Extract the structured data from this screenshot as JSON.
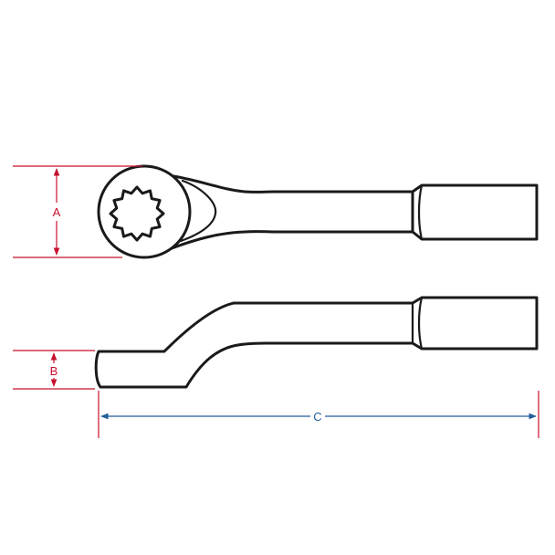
{
  "colors": {
    "outline": "#1a1a1a",
    "dimension_ab": "#c8102e",
    "dimension_c": "#1f5c99",
    "background": "#ffffff"
  },
  "dimensions": {
    "a_label": "A",
    "b_label": "B",
    "c_label": "C"
  }
}
